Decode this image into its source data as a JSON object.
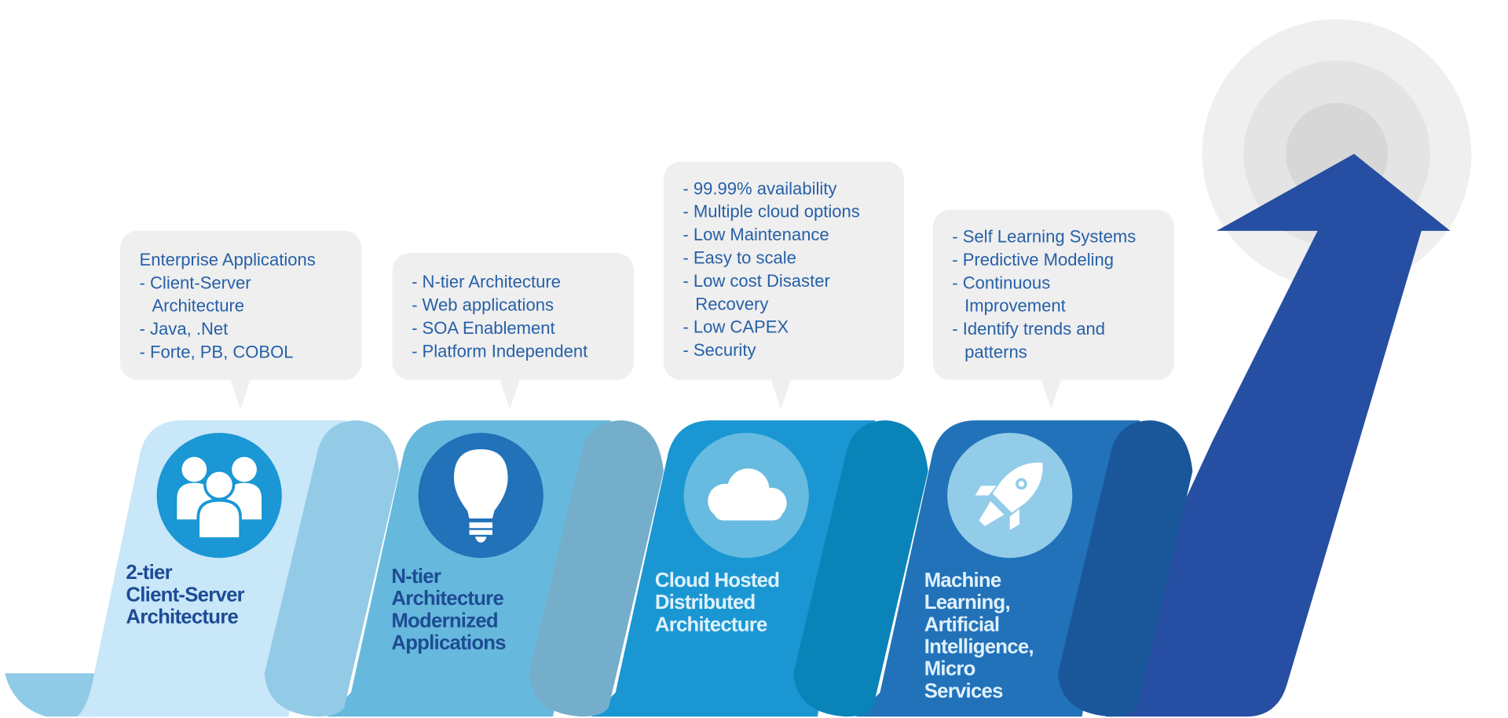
{
  "stages": [
    {
      "title_lines": [
        "2-tier",
        "Client-Server",
        "Architecture"
      ],
      "icon": "people-group-icon",
      "bubble": [
        "Enterprise Applications",
        "- Client-Server",
        "Architecture",
        "- Java, .Net",
        "- Forte, PB, COBOL"
      ]
    },
    {
      "title_lines": [
        "N-tier",
        "Architecture",
        "Modernized",
        "Applications"
      ],
      "icon": "lightbulb-icon",
      "bubble": [
        "- N-tier Architecture",
        "- Web applications",
        "- SOA Enablement",
        "- Platform Independent"
      ]
    },
    {
      "title_lines": [
        "Cloud Hosted",
        "Distributed",
        "Architecture"
      ],
      "icon": "cloud-icon",
      "bubble": [
        "- 99.99% availability",
        "- Multiple cloud options",
        "- Low Maintenance",
        "- Easy to scale",
        "- Low cost Disaster",
        "Recovery",
        "- Low CAPEX",
        "- Security"
      ]
    },
    {
      "title_lines": [
        "Machine",
        "Learning,",
        "Artificial",
        "Intelligence,",
        "Micro",
        "Services"
      ],
      "icon": "rocket-icon",
      "bubble": [
        "- Self Learning Systems",
        "- Predictive Modeling",
        "- Continuous",
        "Improvement",
        "- Identify trends and",
        "patterns"
      ]
    }
  ],
  "colors": {
    "stage1_front": "#c8e7f9",
    "stage1_fold": "#93cbe7",
    "stage2_front": "#66b9dc",
    "stage2_fold": "#75aecb",
    "stage3_front": "#1a97d3",
    "stage3_fold": "#0a84b8",
    "stage4_front": "#2272b9",
    "stage4_fold": "#1a579a",
    "arrow": "#264ea2",
    "bubble": "#efefef",
    "bubble_text": "#2660a8"
  }
}
